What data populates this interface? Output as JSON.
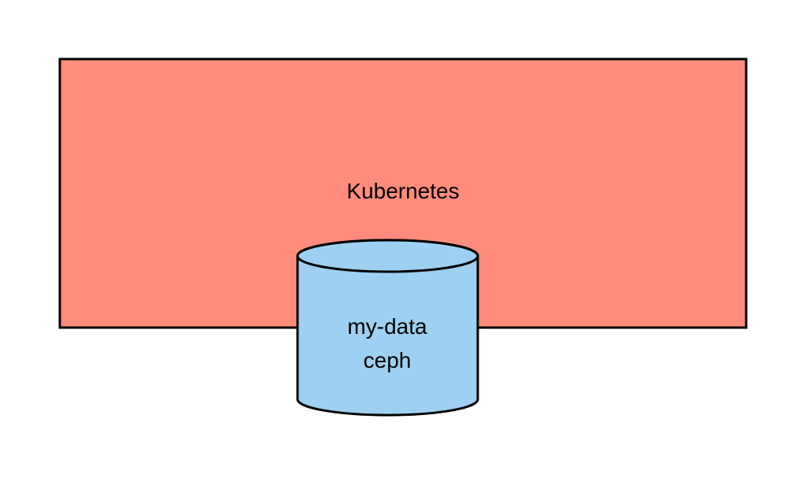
{
  "cluster": {
    "label": "Kubernetes",
    "fill": "#FF8C7C",
    "stroke": "#000000"
  },
  "volume": {
    "line1": "my-data",
    "line2": "ceph",
    "fill": "#9ED0F1",
    "stroke": "#000000",
    "shape": "cylinder"
  }
}
